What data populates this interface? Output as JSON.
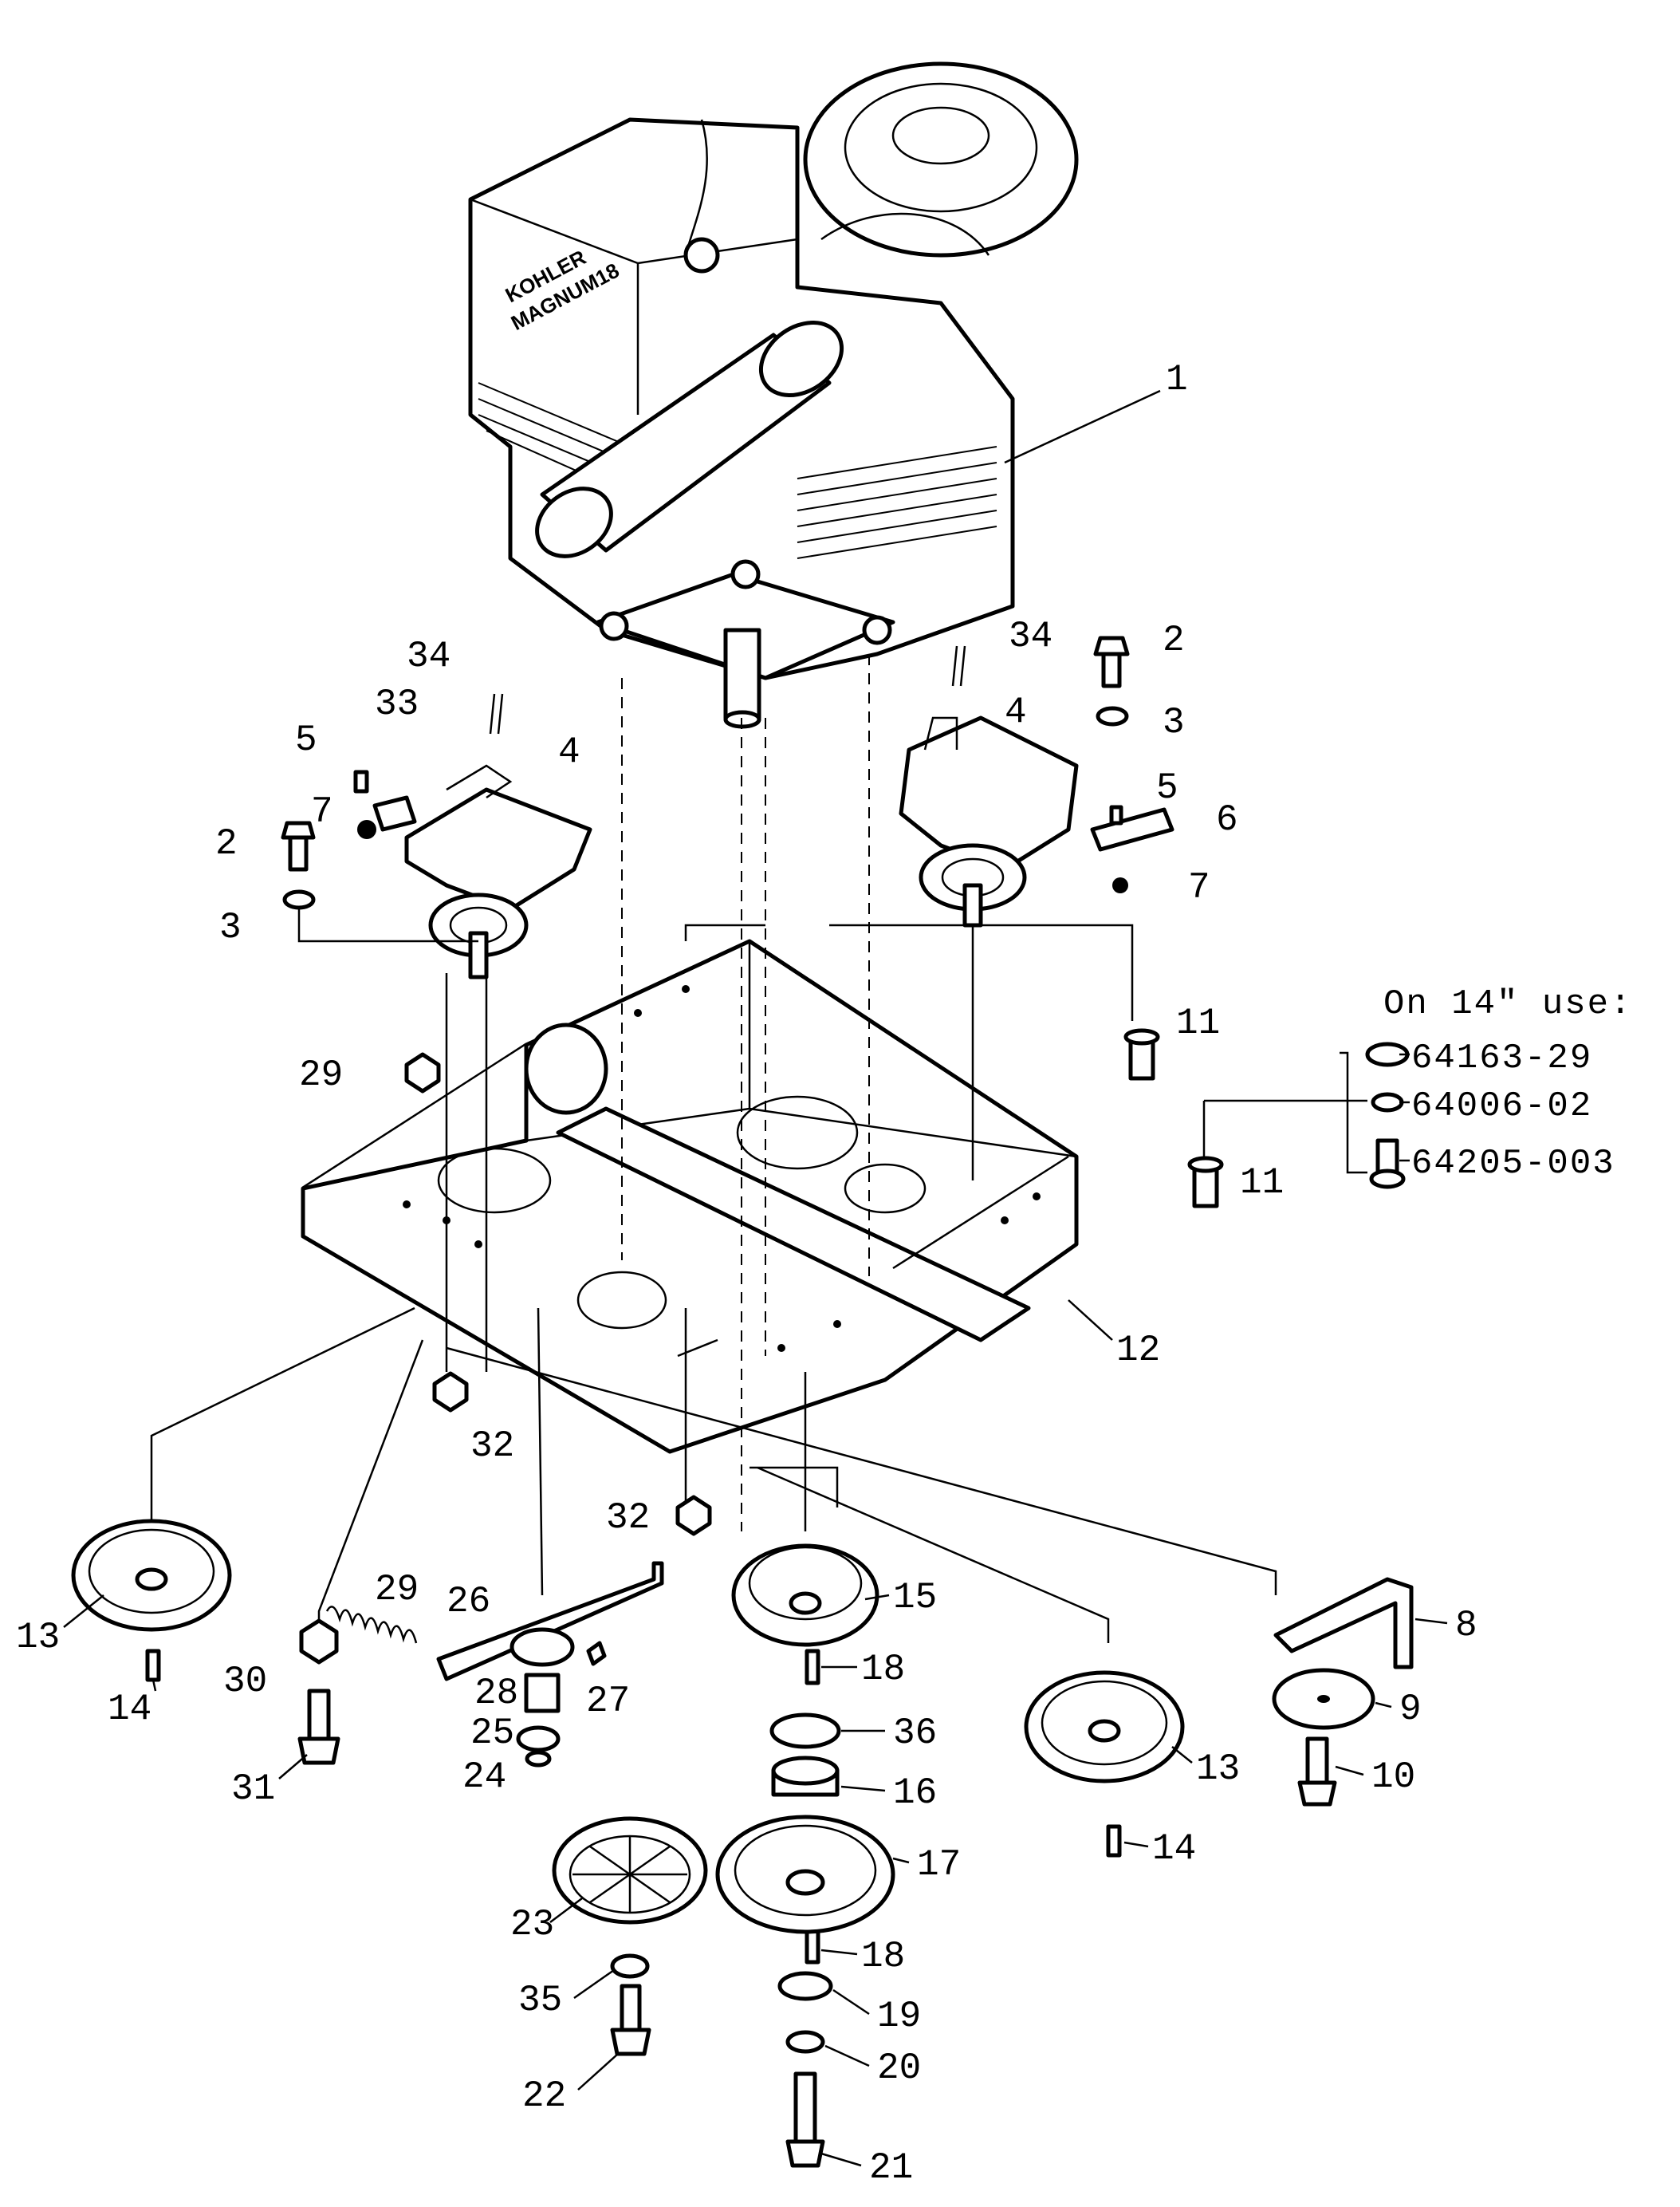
{
  "engine_label": {
    "line1": "KOHLER",
    "line2": "MAGNUM18"
  },
  "note": {
    "heading": "On 14\" use:",
    "parts": [
      "64163-29",
      "64006-02",
      "64205-003"
    ]
  },
  "callouts": {
    "c1": "1",
    "c2a": "2",
    "c2b": "2",
    "c3a": "3",
    "c3b": "3",
    "c4a": "4",
    "c4b": "4",
    "c5a": "5",
    "c5b": "5",
    "c6": "6",
    "c7a": "7",
    "c7b": "7",
    "c8": "8",
    "c9": "9",
    "c10": "10",
    "c11a": "11",
    "c11b": "11",
    "c12": "12",
    "c13a": "13",
    "c13b": "13",
    "c14a": "14",
    "c14b": "14",
    "c15": "15",
    "c16": "16",
    "c17": "17",
    "c18a": "18",
    "c18b": "18",
    "c19": "19",
    "c20": "20",
    "c21": "21",
    "c22": "22",
    "c23": "23",
    "c24": "24",
    "c25": "25",
    "c26": "26",
    "c27": "27",
    "c28": "28",
    "c29a": "29",
    "c29b": "29",
    "c30": "30",
    "c31": "31",
    "c32a": "32",
    "c32b": "32",
    "c33": "33",
    "c34a": "34",
    "c34b": "34",
    "c35": "35",
    "c36": "36"
  }
}
